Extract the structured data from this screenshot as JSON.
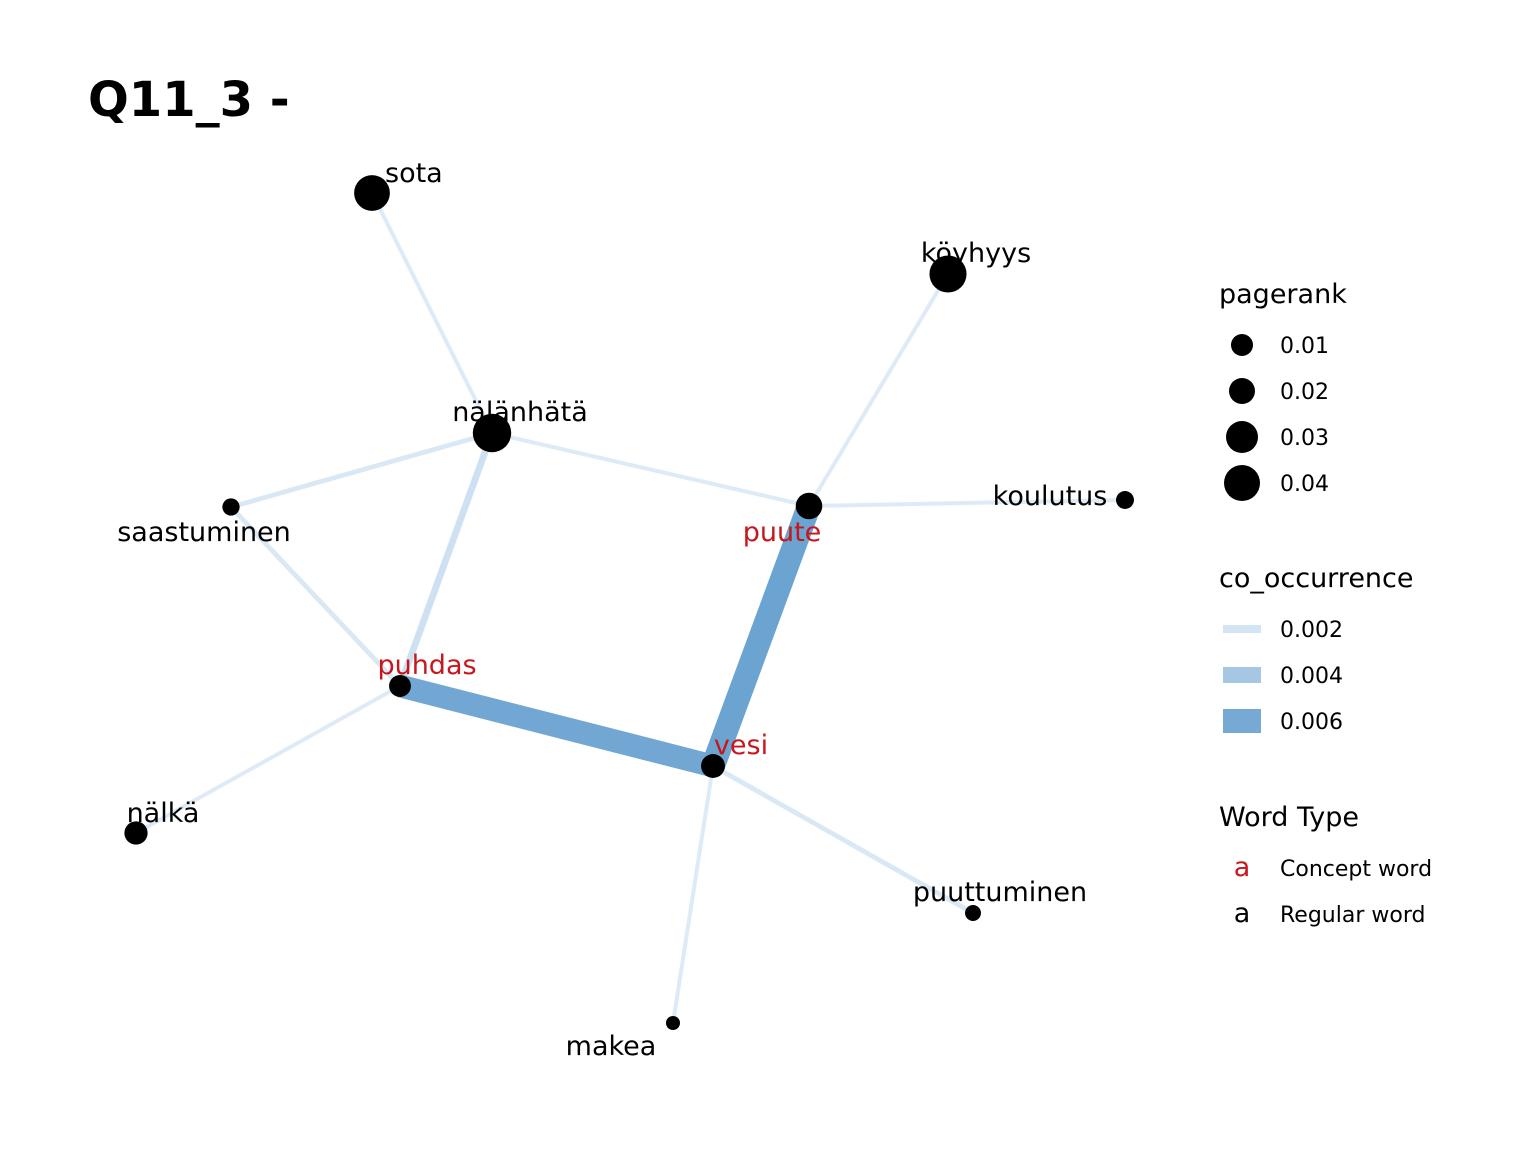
{
  "chart_data": {
    "type": "network",
    "title": "Q11_3 -",
    "nodes": [
      {
        "id": "sota",
        "label": "sota",
        "word_type": "regular",
        "pagerank": 0.036
      },
      {
        "id": "köyhyys",
        "label": "köyhyys",
        "word_type": "regular",
        "pagerank": 0.038
      },
      {
        "id": "nälänhätä",
        "label": "nälänhätä",
        "word_type": "regular",
        "pagerank": 0.04
      },
      {
        "id": "saastuminen",
        "label": "saastuminen",
        "word_type": "regular",
        "pagerank": 0.008
      },
      {
        "id": "puute",
        "label": "puute",
        "word_type": "concept",
        "pagerank": 0.022
      },
      {
        "id": "koulutus",
        "label": "koulutus",
        "word_type": "regular",
        "pagerank": 0.009
      },
      {
        "id": "puhdas",
        "label": "puhdas",
        "word_type": "concept",
        "pagerank": 0.015
      },
      {
        "id": "vesi",
        "label": "vesi",
        "word_type": "concept",
        "pagerank": 0.018
      },
      {
        "id": "nälkä",
        "label": "nälkä",
        "word_type": "regular",
        "pagerank": 0.017
      },
      {
        "id": "puuttuminen",
        "label": "puuttuminen",
        "word_type": "regular",
        "pagerank": 0.006
      },
      {
        "id": "makea",
        "label": "makea",
        "word_type": "regular",
        "pagerank": 0.003
      }
    ],
    "edges": [
      {
        "source": "sota",
        "target": "nälänhätä",
        "co_occurrence": 0.0015
      },
      {
        "source": "köyhyys",
        "target": "puute",
        "co_occurrence": 0.0015
      },
      {
        "source": "nälänhätä",
        "target": "saastuminen",
        "co_occurrence": 0.0017
      },
      {
        "source": "nälänhätä",
        "target": "puute",
        "co_occurrence": 0.0015
      },
      {
        "source": "nälänhätä",
        "target": "puhdas",
        "co_occurrence": 0.0022
      },
      {
        "source": "saastuminen",
        "target": "puhdas",
        "co_occurrence": 0.0017
      },
      {
        "source": "puute",
        "target": "koulutus",
        "co_occurrence": 0.0015
      },
      {
        "source": "puute",
        "target": "vesi",
        "co_occurrence": 0.0065
      },
      {
        "source": "puhdas",
        "target": "vesi",
        "co_occurrence": 0.0062
      },
      {
        "source": "puhdas",
        "target": "nälkä",
        "co_occurrence": 0.0015
      },
      {
        "source": "vesi",
        "target": "puuttuminen",
        "co_occurrence": 0.0017
      },
      {
        "source": "vesi",
        "target": "makea",
        "co_occurrence": 0.0015
      }
    ],
    "legend": {
      "pagerank": {
        "title": "pagerank",
        "breaks": [
          0.01,
          0.02,
          0.03,
          0.04
        ],
        "labels": [
          "0.01",
          "0.02",
          "0.03",
          "0.04"
        ]
      },
      "co_occurrence": {
        "title": "co_occurrence",
        "breaks": [
          0.002,
          0.004,
          0.006
        ],
        "labels": [
          "0.002",
          "0.004",
          "0.006"
        ]
      },
      "word_type": {
        "title": "Word Type",
        "glyph": "a",
        "items": [
          {
            "label": "Concept word",
            "type": "concept"
          },
          {
            "label": "Regular word",
            "type": "regular"
          }
        ]
      }
    },
    "colors": {
      "concept": "#c8161d",
      "regular": "#000000",
      "edge_low": "#deebf7",
      "edge_high": "#6ba3d1"
    }
  }
}
